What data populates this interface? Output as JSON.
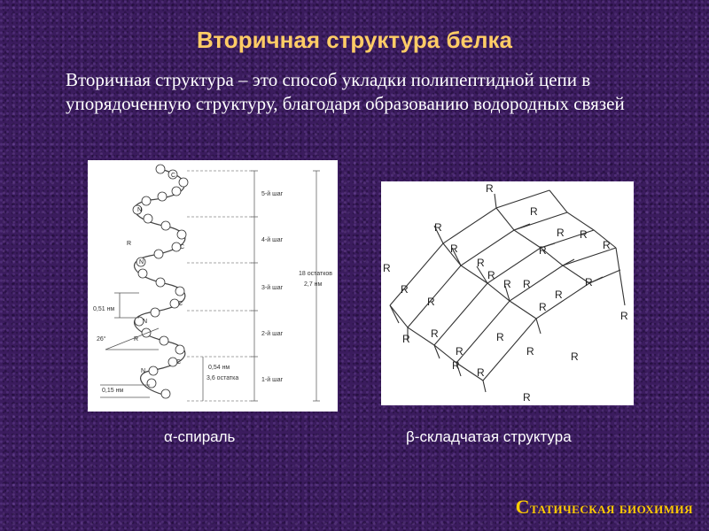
{
  "slide": {
    "title": "Вторичная структура белка",
    "definition": "Вторичная структура – это способ укладки полипептидной цепи в упорядоченную структуру, благодаря образованию водородных связей",
    "footer_first": "С",
    "footer_rest": "татическая биохимия"
  },
  "alpha_figure": {
    "caption": "α-спираль",
    "turn_labels": [
      "5-й шаг",
      "4-й шаг",
      "3-й шаг",
      "2-й шаг",
      "1-й шаг"
    ],
    "residues_label": "18 остатков",
    "length_label": "2,7 нм",
    "dim_051": "0,51 нм",
    "angle": "26°",
    "pitch_label": "0,54 нм",
    "per_turn_label": "3,6 остатка",
    "rise_label": "0,15 нм",
    "atom_c": "C",
    "atom_n": "N",
    "atom_r": "R"
  },
  "beta_figure": {
    "caption": "β-складчатая структура",
    "group_label": "R"
  },
  "colors": {
    "background": "#3b1c5e",
    "title": "#ffcc66",
    "footer": "#ffcc00",
    "text": "#ffffff"
  }
}
